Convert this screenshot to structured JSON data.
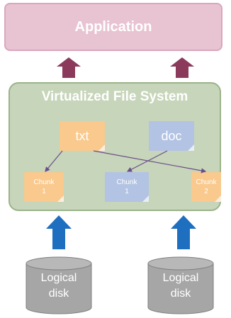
{
  "application": {
    "label": "Application"
  },
  "vfs": {
    "title": "Virtualized File System"
  },
  "files": [
    {
      "label": "txt"
    },
    {
      "label": "doc"
    }
  ],
  "chunks": [
    {
      "label": "Chunk",
      "number": "1"
    },
    {
      "label": "Chunk",
      "number": "1"
    },
    {
      "label": "Chunk",
      "number": "2"
    }
  ],
  "disks": [
    {
      "line1": "Logical",
      "line2": "disk"
    },
    {
      "line1": "Logical",
      "line2": "disk"
    }
  ],
  "colors": {
    "application_fill": "#e8c3d2",
    "vfs_fill": "#c7d5ba",
    "txt_fill": "#f9c98d",
    "doc_fill": "#b3c3e3",
    "up_arrow_top": "#8b3a5b",
    "up_arrow_bottom": "#1f6fc1",
    "disk_fill": "#a6a6a6",
    "link_line": "#6a4d8a"
  }
}
